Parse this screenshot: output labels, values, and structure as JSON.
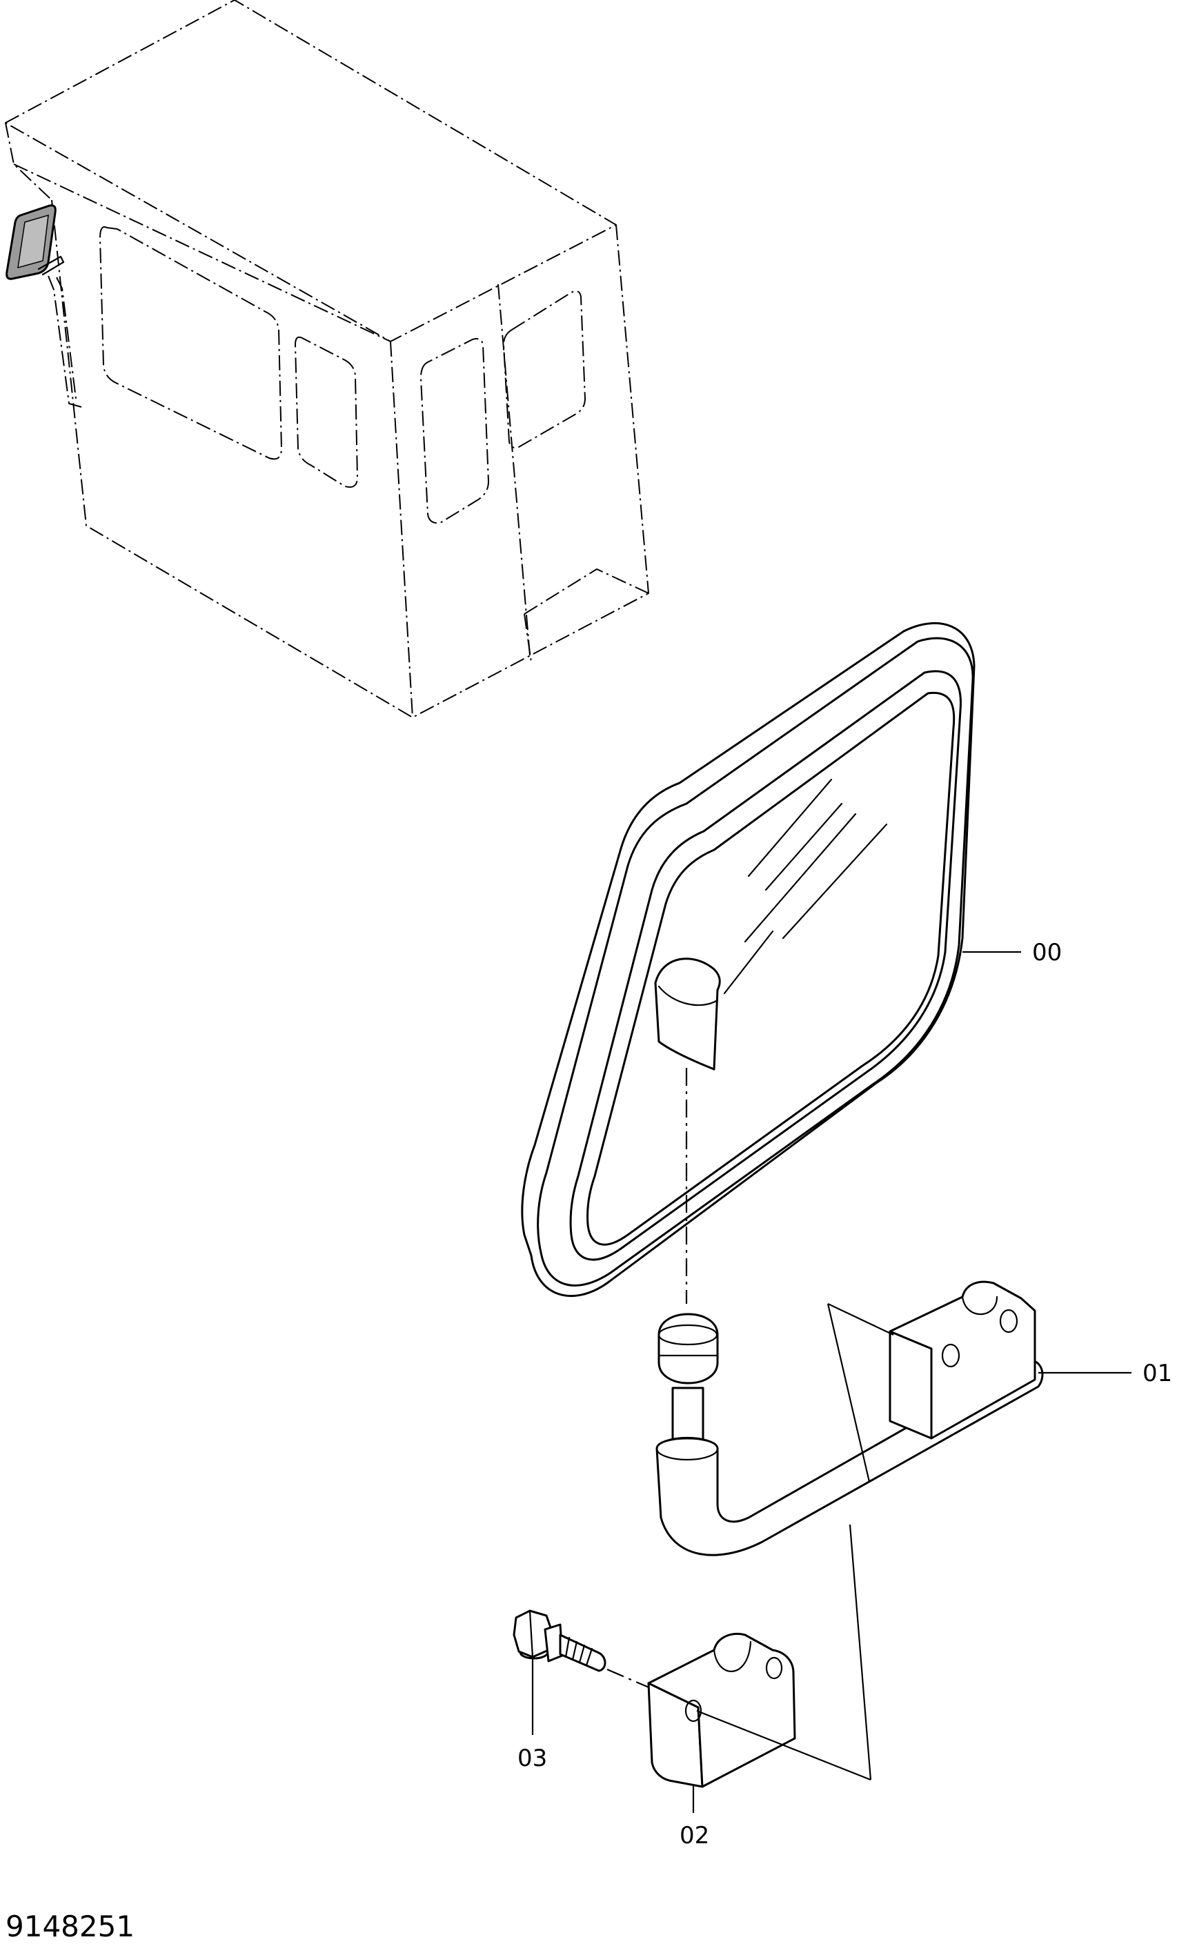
{
  "callouts": {
    "mirror": "00",
    "stay": "01",
    "clamp": "02",
    "bolt": "03"
  },
  "drawing_number": "9148251"
}
